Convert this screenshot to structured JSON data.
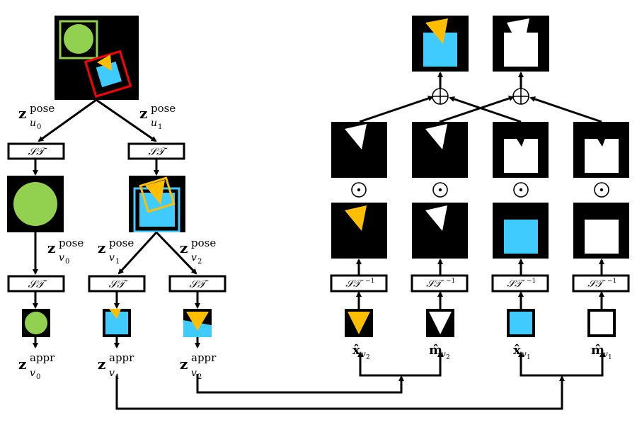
{
  "colors": {
    "green": "#92d050",
    "blue": "#40cbfe",
    "orange": "#ffbf00",
    "red": "#ff0000",
    "black": "#000000",
    "white": "#ffffff"
  },
  "labels": {
    "pose_sup": "pose",
    "appr_sup": "appr",
    "z": "z",
    "u0": "u",
    "u0_sub": "0",
    "u1": "u",
    "u1_sub": "1",
    "v0": "v",
    "v0_sub": "0",
    "v1": "v",
    "v1_sub": "1",
    "v2": "v",
    "v2_sub": "2",
    "st": "𝒮𝒯",
    "st_inv": "𝒮𝒯",
    "st_inv_sup": "−1",
    "xhat": "x̂",
    "mhat": "m̂",
    "plus": "⊕",
    "odot": "⊙"
  },
  "nodes": {
    "scene": "scene-image",
    "parts": [
      "circle-part",
      "square-triangle-part"
    ],
    "st_blocks_left": [
      "ST",
      "ST",
      "ST",
      "ST",
      "ST"
    ],
    "st_inv_blocks": [
      "ST^-1",
      "ST^-1",
      "ST^-1",
      "ST^-1"
    ],
    "decoded": [
      {
        "label": "x̂",
        "sub": "v",
        "subsub": "2"
      },
      {
        "label": "m̂",
        "sub": "v",
        "subsub": "2"
      },
      {
        "label": "x̂",
        "sub": "v",
        "subsub": "1"
      },
      {
        "label": "m̂",
        "sub": "v",
        "subsub": "1"
      }
    ]
  }
}
